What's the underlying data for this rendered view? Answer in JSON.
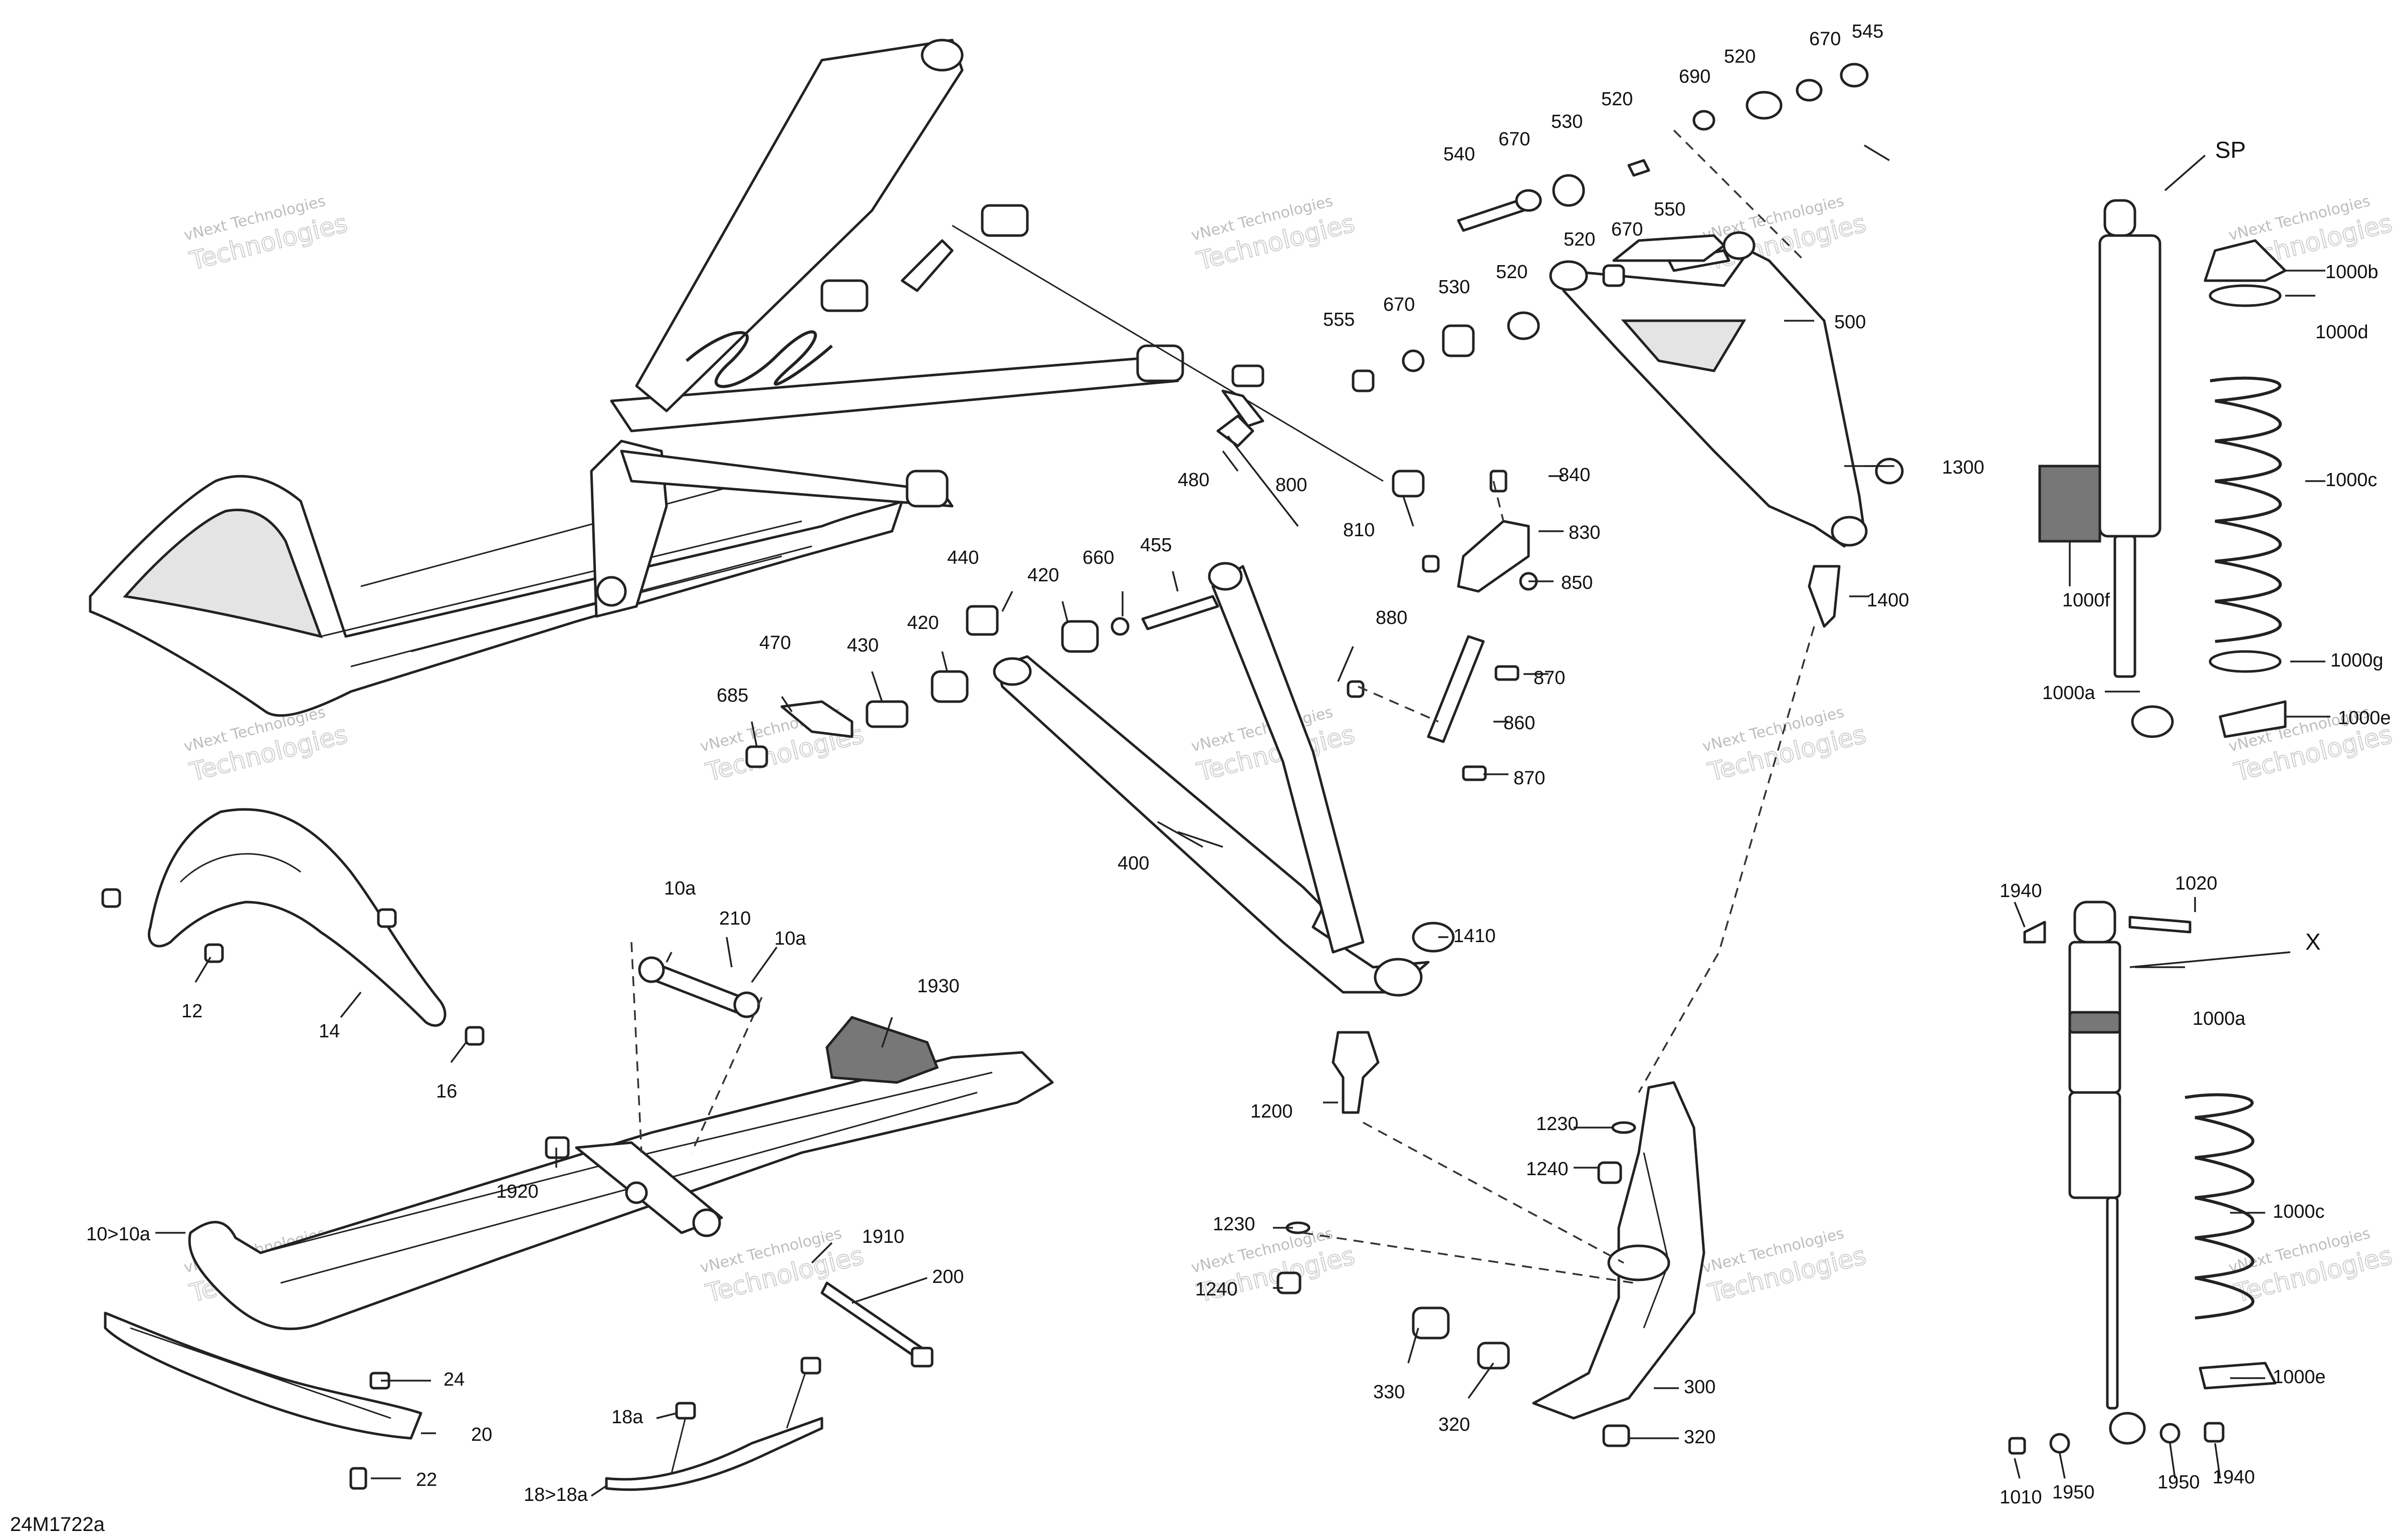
{
  "figure_code": "24M1722a",
  "watermark": {
    "line1": "vNext Technologies",
    "line2": "Technologies",
    "small": "vNext Technologies"
  },
  "variants": {
    "sp": "SP",
    "x": "X"
  },
  "callouts": [
    "545",
    "670",
    "520",
    "690",
    "520",
    "670",
    "530",
    "540",
    "550",
    "520",
    "670",
    "520",
    "530",
    "670",
    "555",
    "500",
    "480",
    "800",
    "810",
    "840",
    "830",
    "850",
    "1300",
    "1400",
    "1000b",
    "1000d",
    "1000c",
    "1000f",
    "1000g",
    "1000a",
    "1000e",
    "440",
    "420",
    "660",
    "455",
    "470",
    "430",
    "420",
    "685",
    "880",
    "870",
    "860",
    "870",
    "400",
    "1410",
    "10a",
    "210",
    "10a",
    "12",
    "14",
    "16",
    "1930",
    "1920",
    "1200",
    "1230",
    "1240",
    "1230",
    "1240",
    "300",
    "10>10a",
    "1910",
    "200",
    "24",
    "20",
    "22",
    "18a",
    "18>18a",
    "330",
    "320",
    "320",
    "1940",
    "1020",
    "1000a",
    "1000c",
    "1000e",
    "1010",
    "1950",
    "1950",
    "1940"
  ]
}
